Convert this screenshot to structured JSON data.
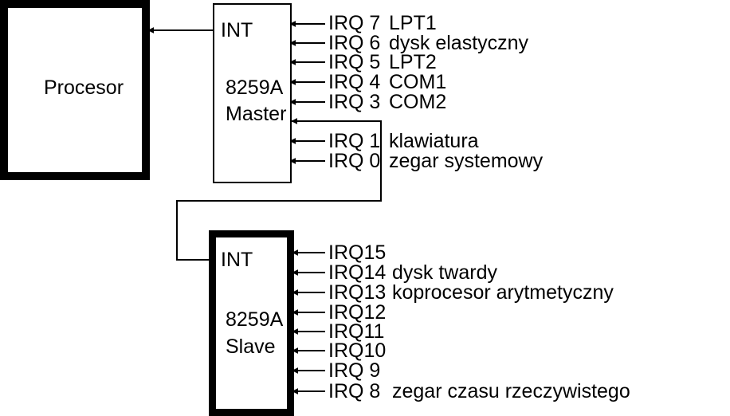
{
  "processor": {
    "label": "Procesor"
  },
  "master": {
    "int_label": "INT",
    "chip_label": "8259A",
    "role_label": "Master",
    "lines": [
      {
        "irq": "IRQ 7",
        "device": "LPT1"
      },
      {
        "irq": "IRQ 6",
        "device": "dysk elastyczny"
      },
      {
        "irq": "IRQ 5",
        "device": "LPT2"
      },
      {
        "irq": "IRQ 4",
        "device": "COM1"
      },
      {
        "irq": "IRQ 3",
        "device": "COM2"
      },
      {
        "irq": "IRQ 1",
        "device": "klawiatura"
      },
      {
        "irq": "IRQ 0",
        "device": "zegar systemowy"
      }
    ]
  },
  "slave": {
    "int_label": "INT",
    "chip_label": "8259A",
    "role_label": "Slave",
    "lines": [
      {
        "irq": "IRQ15",
        "device": ""
      },
      {
        "irq": "IRQ14",
        "device": "dysk twardy"
      },
      {
        "irq": "IRQ13",
        "device": "koprocesor arytmetyczny"
      },
      {
        "irq": "IRQ12",
        "device": ""
      },
      {
        "irq": "IRQ11",
        "device": ""
      },
      {
        "irq": "IRQ10",
        "device": ""
      },
      {
        "irq": "IRQ 9",
        "device": ""
      },
      {
        "irq": "IRQ 8",
        "device": "zegar czasu rzeczywistego"
      }
    ]
  }
}
